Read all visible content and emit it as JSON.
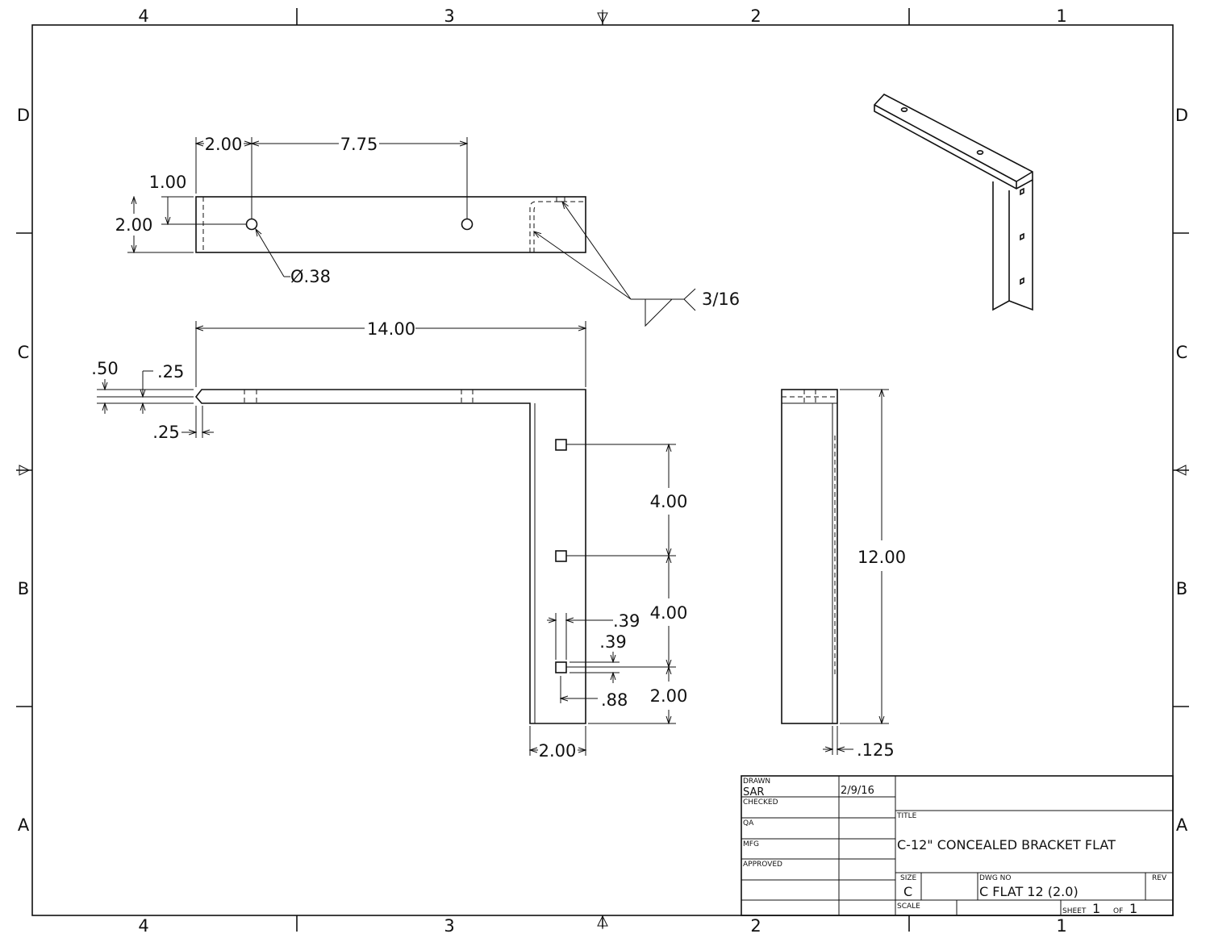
{
  "zones": {
    "columns": [
      "4",
      "3",
      "2",
      "1"
    ],
    "rows": [
      "D",
      "C",
      "B",
      "A"
    ]
  },
  "top_view": {
    "dim_hole_offset": "2.00",
    "dim_hole_spacing": "7.75",
    "dim_hole_edge": "1.00",
    "dim_width": "2.00",
    "dim_hole_dia": "Ø.38"
  },
  "weld": {
    "size": "3/16"
  },
  "front_view": {
    "dim_length": "14.00",
    "dim_chamfer_a": ".50",
    "dim_chamfer_b": ".25",
    "dim_chamfer_c": ".25",
    "dim_hole_spacing_1": "4.00",
    "dim_hole_spacing_2": "4.00",
    "dim_bottom": "2.00",
    "dim_slot_w": ".39",
    "dim_slot_h": ".39",
    "dim_slot_offset": ".88",
    "dim_width": "2.00"
  },
  "side_view": {
    "dim_height": "12.00",
    "dim_thickness": ".125"
  },
  "title_block": {
    "drawn_label": "DRAWN",
    "drawn_by": "SAR",
    "drawn_date": "2/9/16",
    "checked_label": "CHECKED",
    "qa_label": "QA",
    "mfg_label": "MFG",
    "approved_label": "APPROVED",
    "title_label": "TITLE",
    "title": "C-12\" CONCEALED BRACKET FLAT",
    "size_label": "SIZE",
    "size": "C",
    "dwg_no_label": "DWG NO",
    "dwg_no": "C FLAT 12 (2.0)",
    "rev_label": "REV",
    "scale_label": "SCALE",
    "sheet_label": "SHEET",
    "sheet_num": "1",
    "of_label": "OF",
    "sheet_total": "1"
  }
}
